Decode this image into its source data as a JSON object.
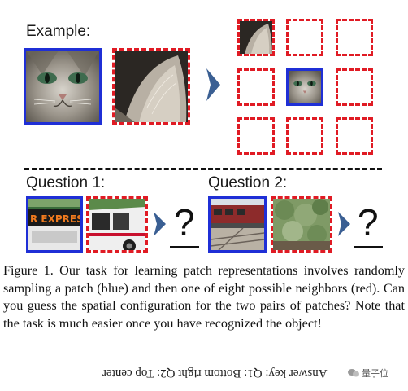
{
  "labels": {
    "example": "Example:",
    "question1": "Question 1:",
    "question2": "Question 2:",
    "question_mark": "?"
  },
  "caption": {
    "text": "Figure 1. Our task for learning patch representations involves randomly sampling a patch (blue) and then one of eight possible neighbors (red). Can you guess the spatial configuration for the two pairs of patches? Note that the task is much easier once you have recognized the object!"
  },
  "answer_key": {
    "text": "Answer key: Q1: Bottom right Q2: Top center"
  },
  "watermark": {
    "text": "量子位"
  },
  "colors": {
    "blue_patch": "#1f2fd6",
    "red_patch": "#e01b24",
    "arrow": "#3a5f93"
  }
}
